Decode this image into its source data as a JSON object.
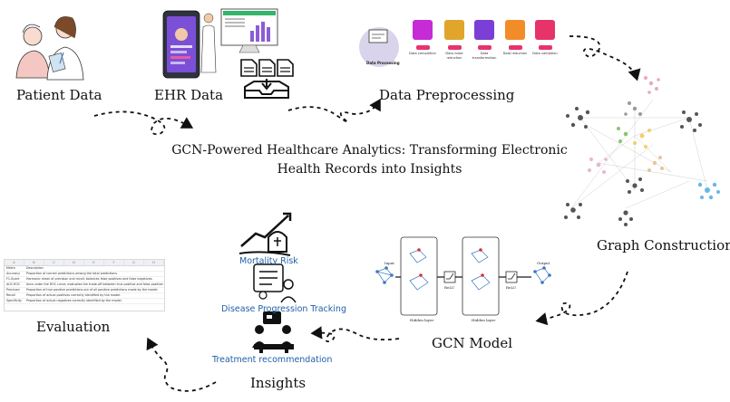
{
  "title_lines": [
    "GCN-Powered Healthcare Analytics: Transforming Electronic",
    "Health Records into Insights"
  ],
  "stages": {
    "patient_data": "Patient Data",
    "ehr_data": "EHR Data",
    "data_preprocessing": "Data Preprocessing",
    "graph_construction": "Graph Construction",
    "gcn_model": "GCN Model",
    "insights": "Insights",
    "evaluation": "Evaluation"
  },
  "preprocessing": {
    "center_label": "Data Processing",
    "steps": [
      {
        "label": "Data completion",
        "color": "#c62bd6"
      },
      {
        "label": "Data noise reduction",
        "color": "#e0a52a"
      },
      {
        "label": "Data transformation",
        "color": "#7a3fd6"
      },
      {
        "label": "Data reduction",
        "color": "#f28c28"
      },
      {
        "label": "Data validation",
        "color": "#e8336a"
      }
    ]
  },
  "insights": {
    "mortality": "Mortality Risk",
    "progression": "Disease Progression Tracking",
    "treatment": "Treatment recommendation"
  },
  "gcn": {
    "input": "Input",
    "output": "Output",
    "hidden1": "Hidden layer",
    "hidden2": "Hidden layer",
    "relu1": "ReLU",
    "relu2": "ReLU"
  },
  "evaluation": {
    "columns": [
      "A",
      "B",
      "C",
      "D",
      "E",
      "F",
      "G",
      "H"
    ],
    "header": [
      "Metric",
      "Description"
    ],
    "rows": [
      [
        "Accuracy",
        "Proportion of correct predictions among the total predictions."
      ],
      [
        "F1-Score",
        "Harmonic mean of precision and recall; balances false positives and false negatives."
      ],
      [
        "AUC-ROC",
        "Area under the ROC curve; evaluates the trade-off between true positive and false positive rates."
      ],
      [
        "Precision",
        "Proportion of true positive predictions out of all positive predictions made by the model."
      ],
      [
        "Recall",
        "Proportion of actual positives correctly identified by the model."
      ],
      [
        "Specificity",
        "Proportion of actual negatives correctly identified by the model."
      ]
    ]
  },
  "colors": {
    "insight_text": "#1f5fa8",
    "network_blue": "#3b78c2",
    "network_red": "#d0343a"
  }
}
